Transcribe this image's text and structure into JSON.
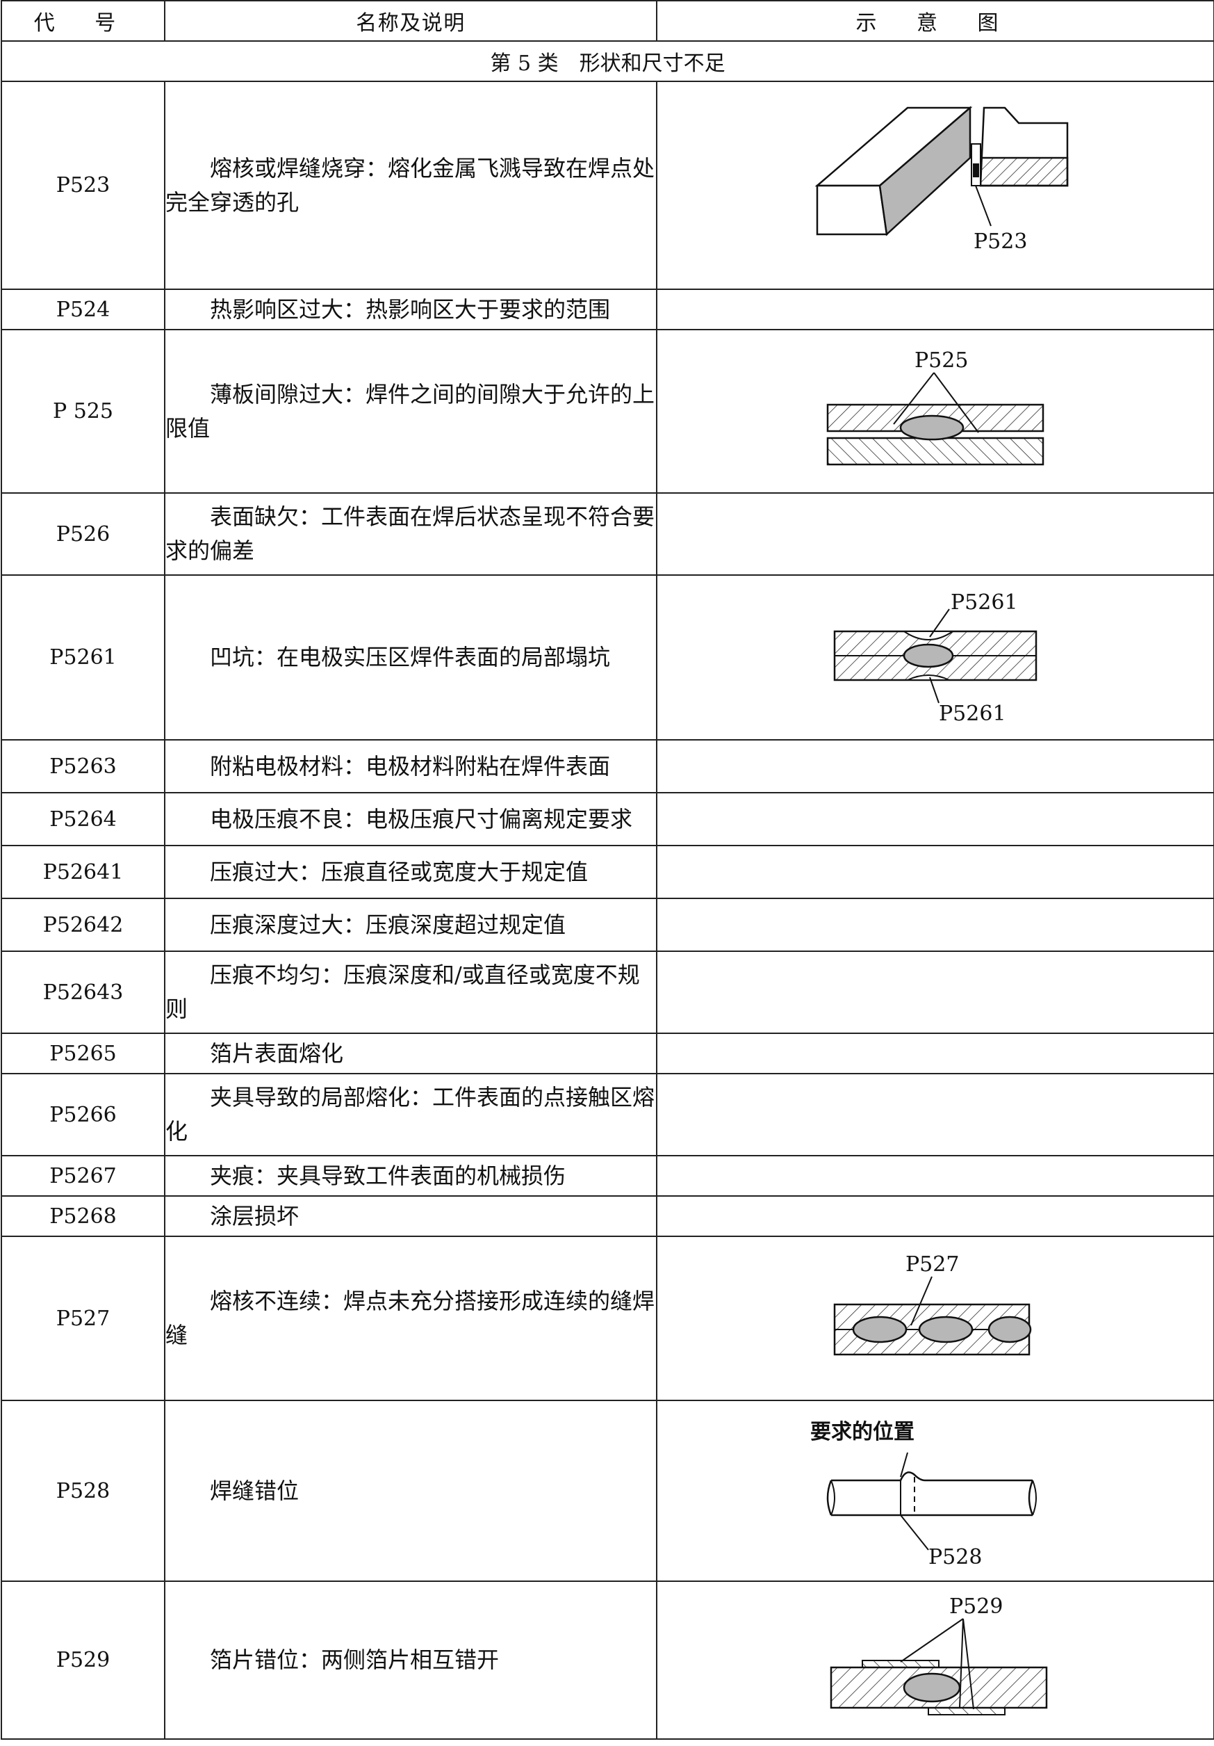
{
  "headers": {
    "code": "代 号",
    "description": "名称及说明",
    "figure": "示 意 图"
  },
  "category": "第 5 类　形状和尺寸不足",
  "rows": [
    {
      "code": "P523",
      "text": "熔核或焊缝烧穿：熔化金属飞溅导致在焊点处完全穿透的孔",
      "figure_label": "P523"
    },
    {
      "code": "P524",
      "text": "热影响区过大：热影响区大于要求的范围"
    },
    {
      "code": "P 525",
      "text": "薄板间隙过大：焊件之间的间隙大于允许的上限值",
      "figure_label": "P525"
    },
    {
      "code": "P526",
      "text": "表面缺欠：工件表面在焊后状态呈现不符合要求的偏差"
    },
    {
      "code": "P5261",
      "text": "凹坑：在电极实压区焊件表面的局部塌坑",
      "figure_label": "P5261"
    },
    {
      "code": "P5263",
      "text": "附粘电极材料：电极材料附粘在焊件表面"
    },
    {
      "code": "P5264",
      "text": "电极压痕不良：电极压痕尺寸偏离规定要求"
    },
    {
      "code": "P52641",
      "text": "压痕过大：压痕直径或宽度大于规定值"
    },
    {
      "code": "P52642",
      "text": "压痕深度过大：压痕深度超过规定值"
    },
    {
      "code": "P52643",
      "text": "压痕不均匀：压痕深度和/或直径或宽度不规则"
    },
    {
      "code": "P5265",
      "text": "箔片表面熔化"
    },
    {
      "code": "P5266",
      "text": "夹具导致的局部熔化：工件表面的点接触区熔化"
    },
    {
      "code": "P5267",
      "text": "夹痕：夹具导致工件表面的机械损伤"
    },
    {
      "code": "P5268",
      "text": "涂层损坏"
    },
    {
      "code": "P527",
      "text": "熔核不连续：焊点未充分搭接形成连续的缝焊缝",
      "figure_label": "P527"
    },
    {
      "code": "P528",
      "text": "焊缝错位",
      "figure_label": "P528",
      "figure_note": "要求的位置"
    },
    {
      "code": "P529",
      "text": "箔片错位：两侧箔片相互错开",
      "figure_label": "P529"
    }
  ]
}
